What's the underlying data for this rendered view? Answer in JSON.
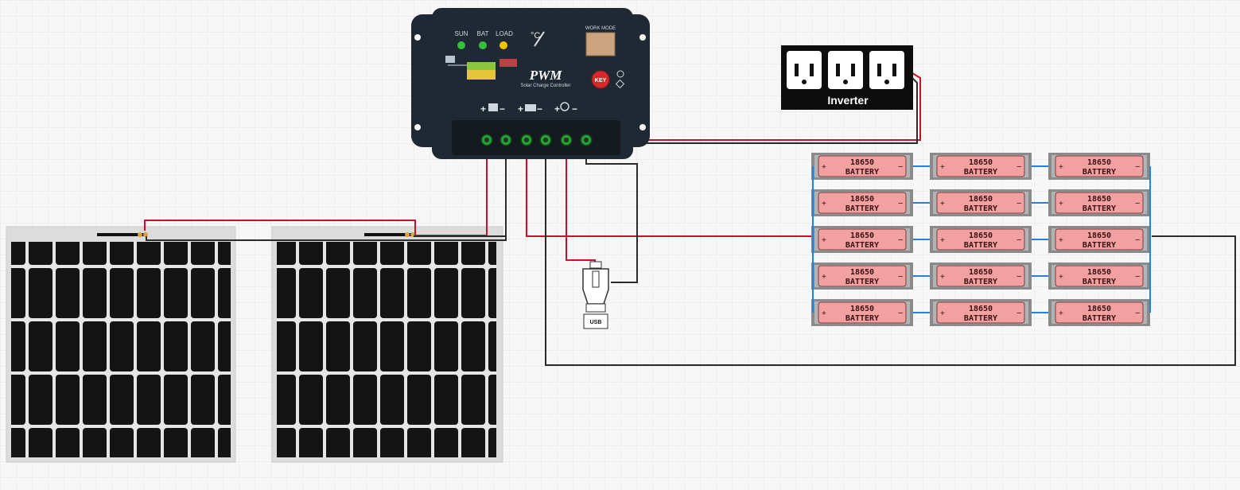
{
  "controller": {
    "leds": {
      "sun": "SUN",
      "bat": "BAT",
      "load": "LOAD"
    },
    "temp_label": "°C",
    "work_mode_label": "WORK MODE",
    "title": "PWM",
    "subtitle": "Solar Charge Controller",
    "key_label": "KEY",
    "port_labels": [
      "+",
      "−",
      "+",
      "−",
      "+",
      "−"
    ],
    "colors": {
      "body": "#1f2933",
      "led_sun": "#35c03b",
      "led_bat": "#35c03b",
      "led_load": "#f2c200",
      "terminal": "#2e9a3a"
    }
  },
  "inverter": {
    "label": "Inverter",
    "outlets": 3
  },
  "usb": {
    "label": "USB"
  },
  "battery_bank": {
    "rows": 5,
    "cols": 3,
    "cell_top_label": "18650",
    "cell_bottom_label": "BATTERY",
    "plus_label": "+",
    "minus_label": "−",
    "colors": {
      "cell": "#f2a0a0",
      "case": "#8a8a8a"
    }
  },
  "solar_panels": {
    "count": 2,
    "cell_rows": 4,
    "cell_cols": 8
  },
  "wire_colors": {
    "positive": "#c8102e",
    "negative": "#2b2b2b",
    "series_link": "#2b7fd6"
  }
}
